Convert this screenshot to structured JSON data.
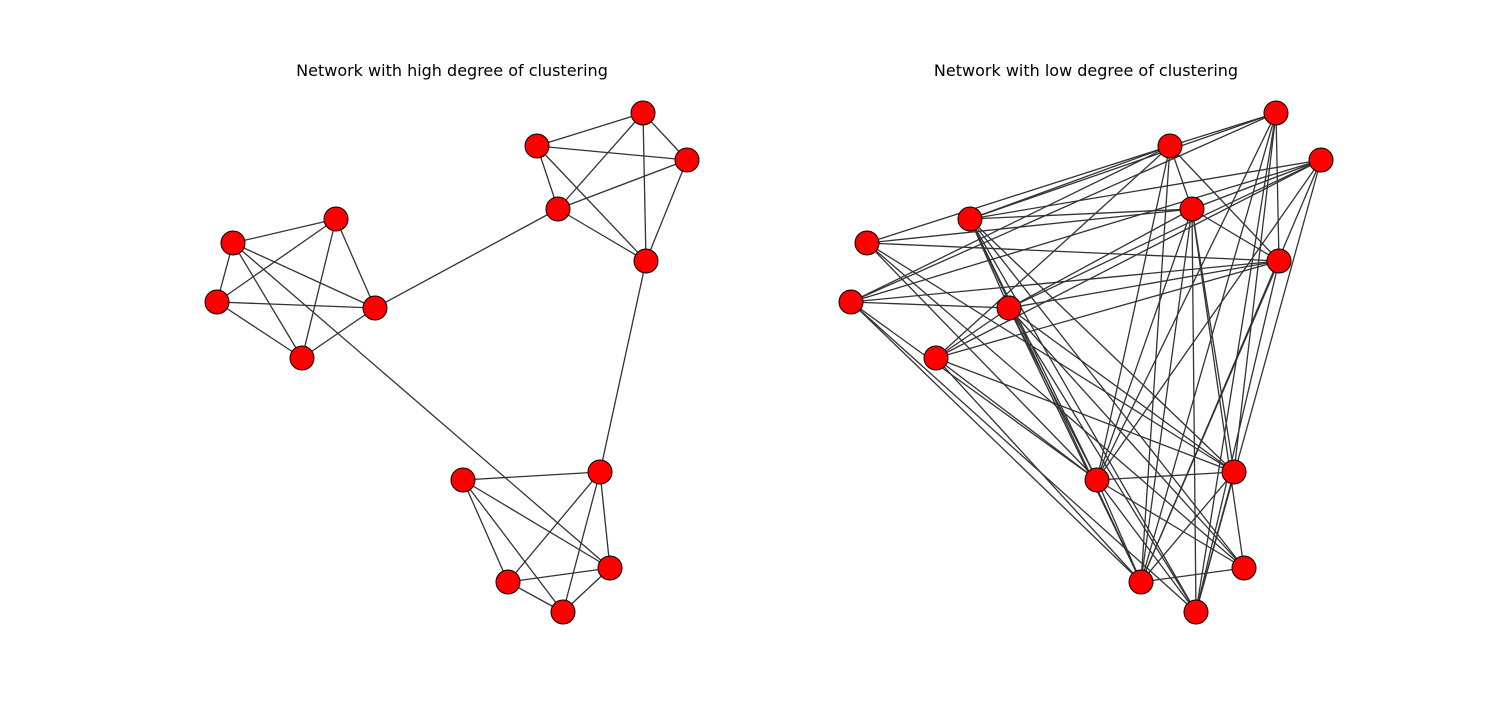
{
  "panels": [
    {
      "title": "Network with high degree of clustering",
      "edges": [
        [
          0,
          1
        ],
        [
          0,
          2
        ],
        [
          0,
          3
        ],
        [
          0,
          4
        ],
        [
          1,
          2
        ],
        [
          1,
          3
        ],
        [
          1,
          4
        ],
        [
          2,
          3
        ],
        [
          2,
          4
        ],
        [
          3,
          4
        ],
        [
          3,
          6
        ],
        [
          5,
          6
        ],
        [
          5,
          7
        ],
        [
          5,
          8
        ],
        [
          5,
          9
        ],
        [
          6,
          7
        ],
        [
          6,
          8
        ],
        [
          6,
          9
        ],
        [
          7,
          8
        ],
        [
          7,
          9
        ],
        [
          8,
          9
        ],
        [
          9,
          10
        ],
        [
          10,
          11
        ],
        [
          10,
          12
        ],
        [
          10,
          13
        ],
        [
          10,
          14
        ],
        [
          11,
          12
        ],
        [
          11,
          13
        ],
        [
          11,
          14
        ],
        [
          12,
          13
        ],
        [
          12,
          14
        ],
        [
          13,
          14
        ],
        [
          0,
          14
        ]
      ]
    },
    {
      "title": "Network with low degree of clustering",
      "edges": [
        [
          0,
          5
        ],
        [
          0,
          6
        ],
        [
          0,
          9
        ],
        [
          0,
          10
        ],
        [
          0,
          11
        ],
        [
          0,
          14
        ],
        [
          1,
          3
        ],
        [
          1,
          5
        ],
        [
          1,
          7
        ],
        [
          1,
          8
        ],
        [
          1,
          9
        ],
        [
          1,
          11
        ],
        [
          1,
          12
        ],
        [
          1,
          13
        ],
        [
          2,
          3
        ],
        [
          2,
          5
        ],
        [
          2,
          8
        ],
        [
          2,
          9
        ],
        [
          2,
          10
        ],
        [
          2,
          11
        ],
        [
          2,
          12
        ],
        [
          3,
          4
        ],
        [
          3,
          6
        ],
        [
          3,
          8
        ],
        [
          3,
          9
        ],
        [
          3,
          10
        ],
        [
          3,
          11
        ],
        [
          3,
          12
        ],
        [
          3,
          13
        ],
        [
          3,
          14
        ],
        [
          4,
          5
        ],
        [
          4,
          6
        ],
        [
          4,
          7
        ],
        [
          4,
          8
        ],
        [
          4,
          10
        ],
        [
          4,
          11
        ],
        [
          4,
          12
        ],
        [
          4,
          13
        ],
        [
          4,
          14
        ],
        [
          5,
          6
        ],
        [
          5,
          7
        ],
        [
          5,
          9
        ],
        [
          5,
          11
        ],
        [
          5,
          12
        ],
        [
          6,
          8
        ],
        [
          6,
          9
        ],
        [
          6,
          10
        ],
        [
          6,
          11
        ],
        [
          6,
          12
        ],
        [
          6,
          13
        ],
        [
          6,
          14
        ],
        [
          7,
          9
        ],
        [
          7,
          10
        ],
        [
          7,
          11
        ],
        [
          7,
          12
        ],
        [
          7,
          13
        ],
        [
          8,
          11
        ],
        [
          8,
          12
        ],
        [
          8,
          13
        ],
        [
          9,
          12
        ],
        [
          9,
          13
        ],
        [
          10,
          11
        ],
        [
          10,
          12
        ],
        [
          10,
          13
        ],
        [
          11,
          12
        ],
        [
          11,
          13
        ],
        [
          11,
          14
        ],
        [
          12,
          14
        ]
      ]
    }
  ],
  "style": {
    "node_fill": "#ff0000",
    "node_stroke": "#000000",
    "edge_color": "#333333"
  }
}
